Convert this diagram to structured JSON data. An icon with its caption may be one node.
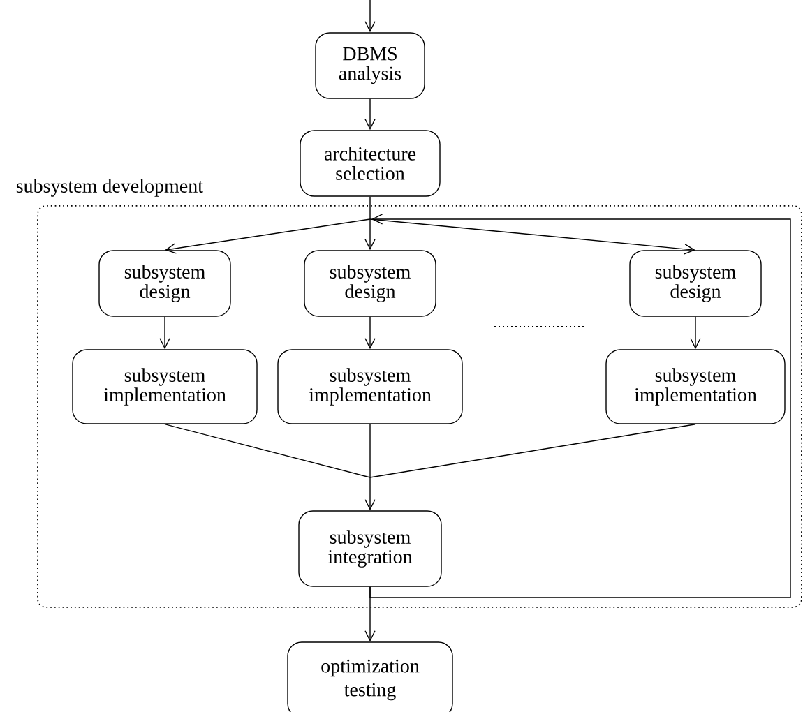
{
  "diagram": {
    "nodes": [
      {
        "text": [
          "DBMS analysis"
        ]
      },
      {
        "text": [
          "architecture selection"
        ]
      },
      {
        "text": [
          "subsystem development"
        ]
      },
      {
        "text": [
          "subsystem design"
        ],
        "in": 2
      },
      {
        "text": [
          "subsystem design"
        ],
        "in": 2
      },
      {
        "text": [
          "subsystem design"
        ],
        "in": 2
      },
      {
        "text": [
          "subsystem implementation"
        ],
        "in": 2
      },
      {
        "text": [
          "subsystem implementation"
        ],
        "in": 2
      },
      {
        "text": [
          "subsystem implementation"
        ],
        "in": 2
      },
      {
        "text": [
          "subsystem integration"
        ],
        "in": 2
      },
      {
        "text": [
          "optimization testing"
        ]
      }
    ],
    "edges": [
      {
        "from": null,
        "to": 0,
        "arrow": "to"
      },
      {
        "from": 0,
        "to": 1,
        "arrow": "to"
      },
      {
        "from": 1,
        "to": 3,
        "arrow": "to"
      },
      {
        "from": 1,
        "to": 4,
        "arrow": "to"
      },
      {
        "from": 1,
        "to": 5,
        "arrow": "to"
      },
      {
        "from": 9,
        "to": 3,
        "arrow": "to"
      },
      {
        "from": 9,
        "to": 4,
        "arrow": "to"
      },
      {
        "from": 9,
        "to": 5,
        "arrow": "to"
      },
      {
        "from": 3,
        "to": 6,
        "arrow": "to"
      },
      {
        "from": 4,
        "to": 7,
        "arrow": "to"
      },
      {
        "from": 5,
        "to": 8,
        "arrow": "to"
      },
      {
        "from": 6,
        "to": 9,
        "arrow": "to"
      },
      {
        "from": 7,
        "to": 9,
        "arrow": "to"
      },
      {
        "from": 8,
        "to": 9,
        "arrow": "to"
      },
      {
        "from": 9,
        "to": 10,
        "arrow": "to"
      }
    ]
  }
}
